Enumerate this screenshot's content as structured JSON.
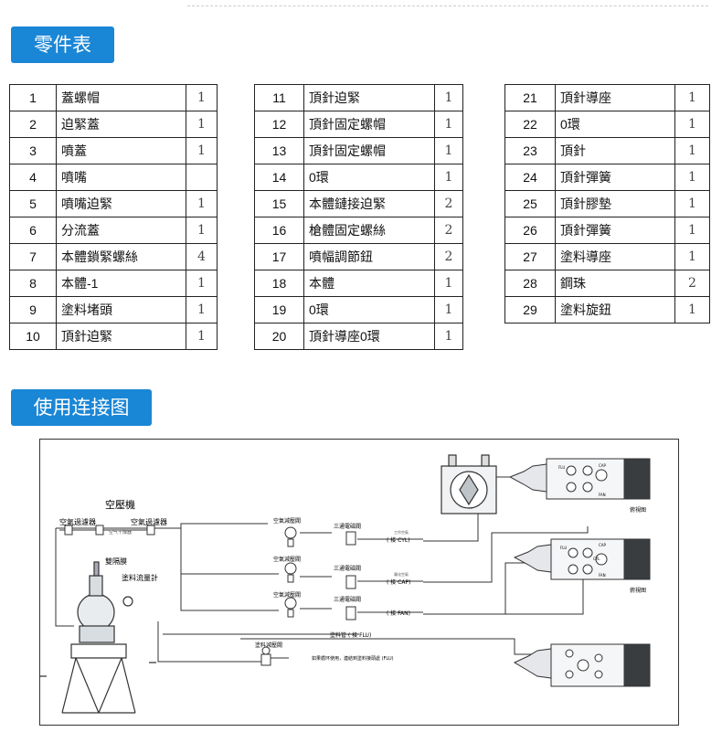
{
  "sections": {
    "parts_title": "零件表",
    "diagram_title": "使用连接图"
  },
  "parts": [
    [
      {
        "no": "1",
        "name": "蓋螺帽",
        "qty": "1"
      },
      {
        "no": "2",
        "name": "迫緊蓋",
        "qty": "1"
      },
      {
        "no": "3",
        "name": "噴蓋",
        "qty": "1"
      },
      {
        "no": "4",
        "name": "噴嘴",
        "qty": ""
      },
      {
        "no": "5",
        "name": "噴嘴迫緊",
        "qty": "1"
      },
      {
        "no": "6",
        "name": "分流蓋",
        "qty": "1"
      },
      {
        "no": "7",
        "name": "本體鎖緊螺絲",
        "qty": "4"
      },
      {
        "no": "8",
        "name": "本體-1",
        "qty": "1"
      },
      {
        "no": "9",
        "name": "塗料堵頭",
        "qty": "1"
      },
      {
        "no": "10",
        "name": "頂針迫緊",
        "qty": "1"
      }
    ],
    [
      {
        "no": "11",
        "name": "頂針迫緊",
        "qty": "1"
      },
      {
        "no": "12",
        "name": "頂針固定螺帽",
        "qty": "1"
      },
      {
        "no": "13",
        "name": "頂針固定螺帽",
        "qty": "1"
      },
      {
        "no": "14",
        "name": "0環",
        "qty": "1"
      },
      {
        "no": "15",
        "name": "本體鏈接迫緊",
        "qty": "2"
      },
      {
        "no": "16",
        "name": "槍體固定螺絲",
        "qty": "2"
      },
      {
        "no": "17",
        "name": "噴幅調節鈕",
        "qty": "2"
      },
      {
        "no": "18",
        "name": "本體",
        "qty": "1"
      },
      {
        "no": "19",
        "name": "0環",
        "qty": "1"
      },
      {
        "no": "20",
        "name": "頂針導座0環",
        "qty": "1"
      }
    ],
    [
      {
        "no": "21",
        "name": "頂針導座",
        "qty": "1"
      },
      {
        "no": "22",
        "name": "0環",
        "qty": "1"
      },
      {
        "no": "23",
        "name": "頂針",
        "qty": "1"
      },
      {
        "no": "24",
        "name": "頂針彈簧",
        "qty": "1"
      },
      {
        "no": "25",
        "name": "頂針膠墊",
        "qty": "1"
      },
      {
        "no": "26",
        "name": "頂針彈簧",
        "qty": "1"
      },
      {
        "no": "27",
        "name": "塗料導座",
        "qty": "1"
      },
      {
        "no": "28",
        "name": "鋼珠",
        "qty": "2"
      },
      {
        "no": "29",
        "name": "塗料旋鈕",
        "qty": "1"
      }
    ]
  ],
  "diagram": {
    "compressor": "空壓機",
    "filter_left": "空氣過濾器",
    "filter_right": "空氣過濾器",
    "dryer": "空气干燥器",
    "diaphragm": "雙隔膜",
    "flowmeter": "塗料流量計",
    "regulator_1": "空氣減壓閥",
    "regulator_2": "空氣減壓閥",
    "regulator_3": "空氣減壓閥",
    "valve_1": "三通電磁閥",
    "valve_2": "三通電磁閥",
    "valve_3": "三通電磁閥",
    "work_air": "工作空氣",
    "atomize_air": "霧化空氣",
    "cyl": "( 接 CYL)",
    "cap": "( 接 CAP)",
    "fan": "( 接 FAN)",
    "paint_pipe": "塗料管 ( 接 FLU)",
    "paint_regulator": "塗料減壓閥",
    "circulation": "如果循环使用，連結到塗料接頭處 (FLU)",
    "side_view_1": "俯視图",
    "side_view_2": "俯視图",
    "port_flu": "FLU",
    "port_cap": "CAP",
    "port_fan": "FAN",
    "port_cyl": "CYL"
  }
}
